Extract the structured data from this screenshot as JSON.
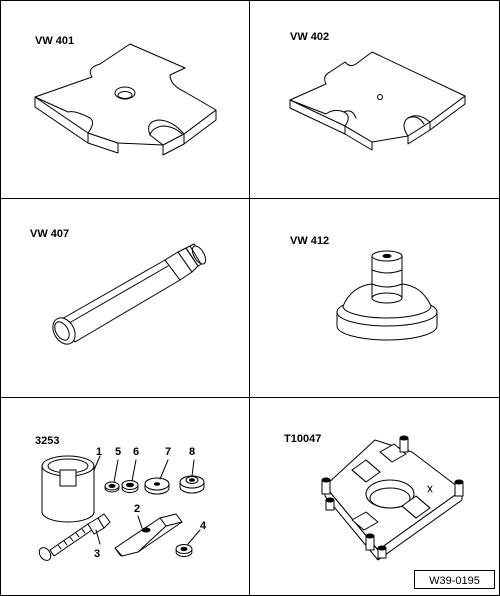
{
  "tools": {
    "vw401": "VW 401",
    "vw402": "VW 402",
    "vw407": "VW 407",
    "vw412": "VW  412",
    "t3253": "3253",
    "t10047": "T10047"
  },
  "callouts": [
    "1",
    "5",
    "6",
    "7",
    "8",
    "2",
    "3",
    "4"
  ],
  "figure_ref": "W39-0195"
}
